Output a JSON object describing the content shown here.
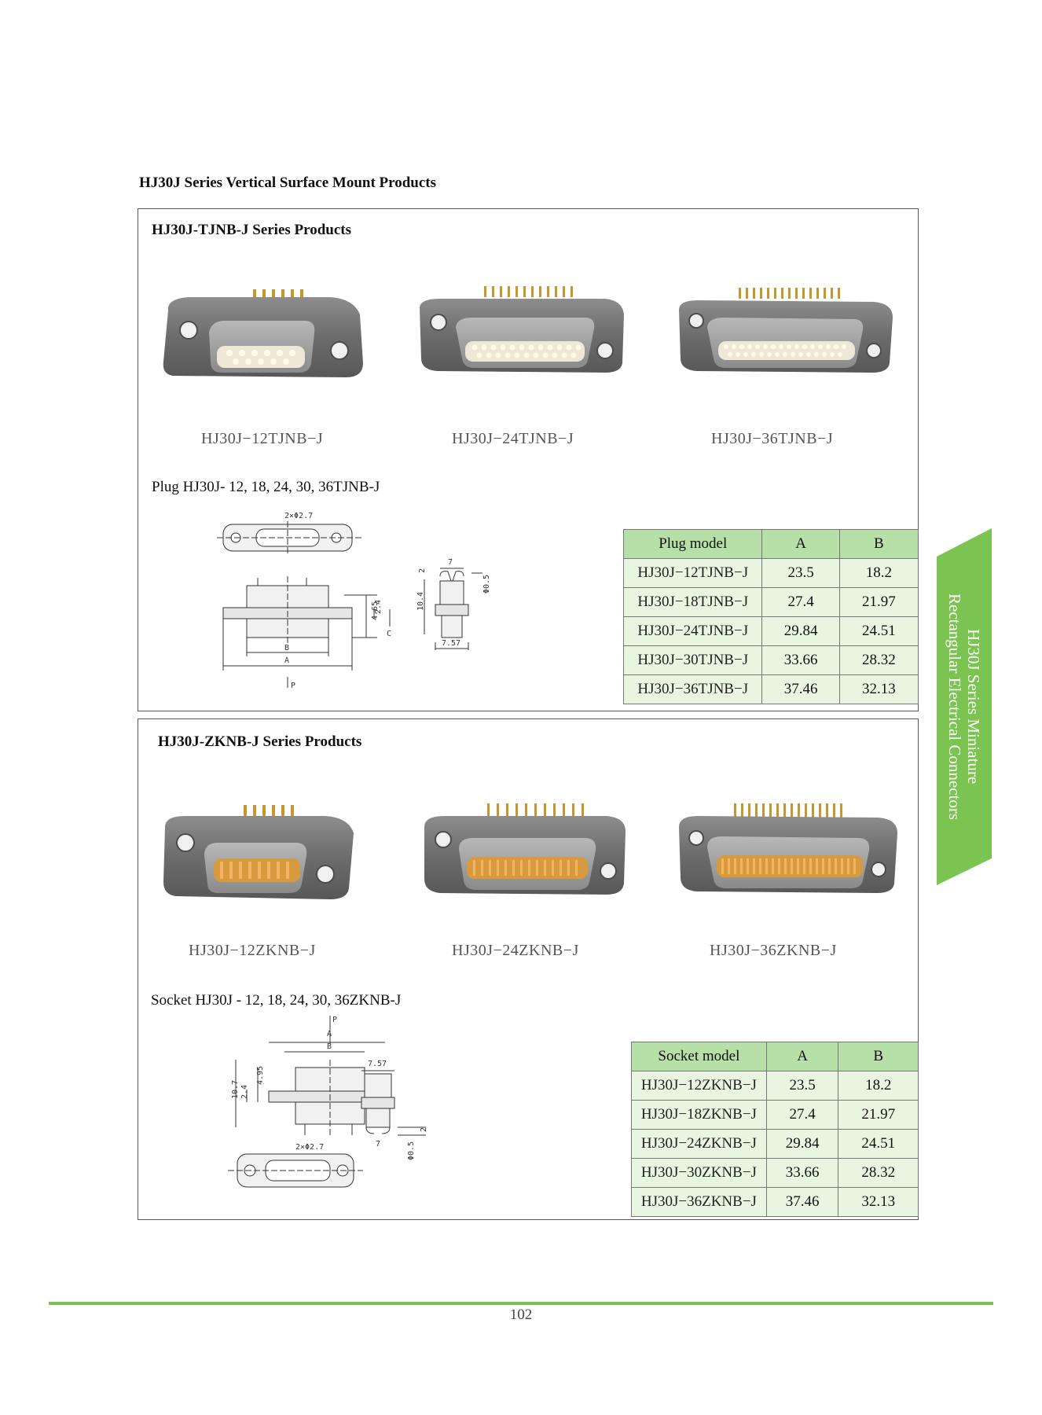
{
  "page_title": "HJ30J Series Vertical Surface Mount Products",
  "side_tab": {
    "line1": "HJ30J Series Miniature",
    "line2": "Rectangular Electrical Connectors"
  },
  "section1": {
    "title": "HJ30J-TJNB-J Series Products",
    "products": [
      "HJ30J−12TJNB−J",
      "HJ30J−24TJNB−J",
      "HJ30J−36TJNB−J"
    ],
    "drawing_title": "Plug HJ30J- 12, 18, 24, 30, 36TJNB-J",
    "dims": {
      "hole": "2×Φ2.7",
      "w7": "7",
      "d05": "Φ0.5",
      "h2": "2",
      "h104": "10.4",
      "h465": "4.65",
      "h24": "2.4",
      "c": "C",
      "w757": "7.57",
      "b": "B",
      "a": "A",
      "p": "P"
    },
    "table": {
      "headers": [
        "Plug model",
        "A",
        "B"
      ],
      "rows": [
        [
          "HJ30J−12TJNB−J",
          "23.5",
          "18.2"
        ],
        [
          "HJ30J−18TJNB−J",
          "27.4",
          "21.97"
        ],
        [
          "HJ30J−24TJNB−J",
          "29.84",
          "24.51"
        ],
        [
          "HJ30J−30TJNB−J",
          "33.66",
          "28.32"
        ],
        [
          "HJ30J−36TJNB−J",
          "37.46",
          "32.13"
        ]
      ]
    }
  },
  "section2": {
    "title": "HJ30J-ZKNB-J Series Products",
    "products": [
      "HJ30J−12ZKNB−J",
      "HJ30J−24ZKNB−J",
      "HJ30J−36ZKNB−J"
    ],
    "drawing_title": "Socket HJ30J - 12, 18, 24, 30, 36ZKNB-J",
    "dims": {
      "hole": "2×Φ2.7",
      "w7": "7",
      "d05": "Φ0.5",
      "h2": "2",
      "h107": "10.7",
      "h495": "4.95",
      "h24": "2.4",
      "w757": "7.57",
      "b": "B",
      "a": "A",
      "p": "P"
    },
    "table": {
      "headers": [
        "Socket model",
        "A",
        "B"
      ],
      "rows": [
        [
          "HJ30J−12ZKNB−J",
          "23.5",
          "18.2"
        ],
        [
          "HJ30J−18ZKNB−J",
          "27.4",
          "21.97"
        ],
        [
          "HJ30J−24ZKNB−J",
          "29.84",
          "24.51"
        ],
        [
          "HJ30J−30ZKNB−J",
          "33.66",
          "28.32"
        ],
        [
          "HJ30J−36ZKNB−J",
          "37.46",
          "32.13"
        ]
      ]
    }
  },
  "page_number": "102",
  "colors": {
    "accent_green": "#7cc452",
    "table_header": "#b6e0a8",
    "table_cell": "#e8f5e1"
  }
}
